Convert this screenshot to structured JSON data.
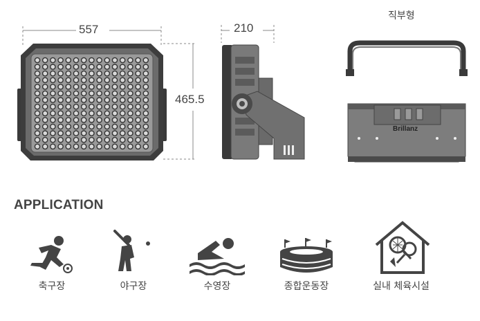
{
  "dimensions": {
    "width": "557",
    "depth": "210",
    "height": "465.5"
  },
  "variant_label": "직부형",
  "brand": "Brillanz",
  "section_heading": "APPLICATION",
  "applications": [
    {
      "label": "축구장",
      "icon": "soccer-icon"
    },
    {
      "label": "야구장",
      "icon": "baseball-icon"
    },
    {
      "label": "수영장",
      "icon": "swimming-icon"
    },
    {
      "label": "종합운동장",
      "icon": "stadium-icon"
    },
    {
      "label": "실내 체육시설",
      "icon": "indoor-badminton-icon"
    }
  ]
}
